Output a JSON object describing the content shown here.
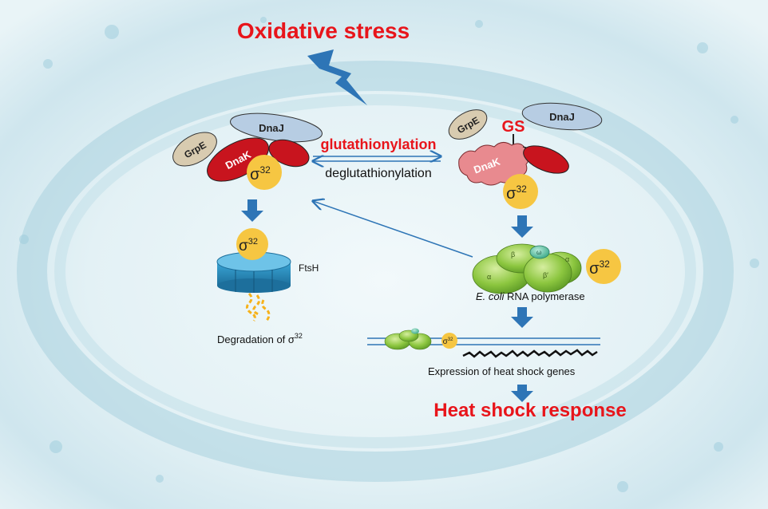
{
  "title": "Oxidative stress",
  "result": "Heat shock response",
  "arrow_forward_label": "glutathionylation",
  "arrow_reverse_label": "deglutathionylation",
  "left_complex": {
    "grpe": "GrpE",
    "dnaj": "DnaJ",
    "dnak": "DnaK",
    "sigma": "σ",
    "sigma_sup": "32"
  },
  "right_complex": {
    "grpe": "GrpE",
    "dnaj": "DnaJ",
    "dnak": "DnaK",
    "gs": "GS",
    "sigma": "σ",
    "sigma_sup": "32"
  },
  "protease": {
    "label": "FtsH",
    "sigma": "σ",
    "sigma_sup": "32",
    "caption": "Degradation of σ",
    "caption_sup": "32"
  },
  "polymerase": {
    "species": "E. coli",
    "name": " RNA polymerase",
    "sigma": "σ",
    "sigma_sup": "32",
    "subunit_labels": [
      "β",
      "ω",
      "α",
      "β′",
      "α"
    ]
  },
  "transcription": {
    "sigma": "σ",
    "sigma_sup": "32",
    "caption": "Expression of heat shock genes"
  },
  "colors": {
    "title_red": "#e8151b",
    "dnak_red": "#c8141e",
    "dnaj_blue": "#b7cde3",
    "grpe_tan": "#d8cbb0",
    "sigma_yellow": "#f6c642",
    "arrow_blue": "#2e75b6",
    "ftsh_blue": "#2b8fc2",
    "polymerase_green": "#8cc63f"
  }
}
